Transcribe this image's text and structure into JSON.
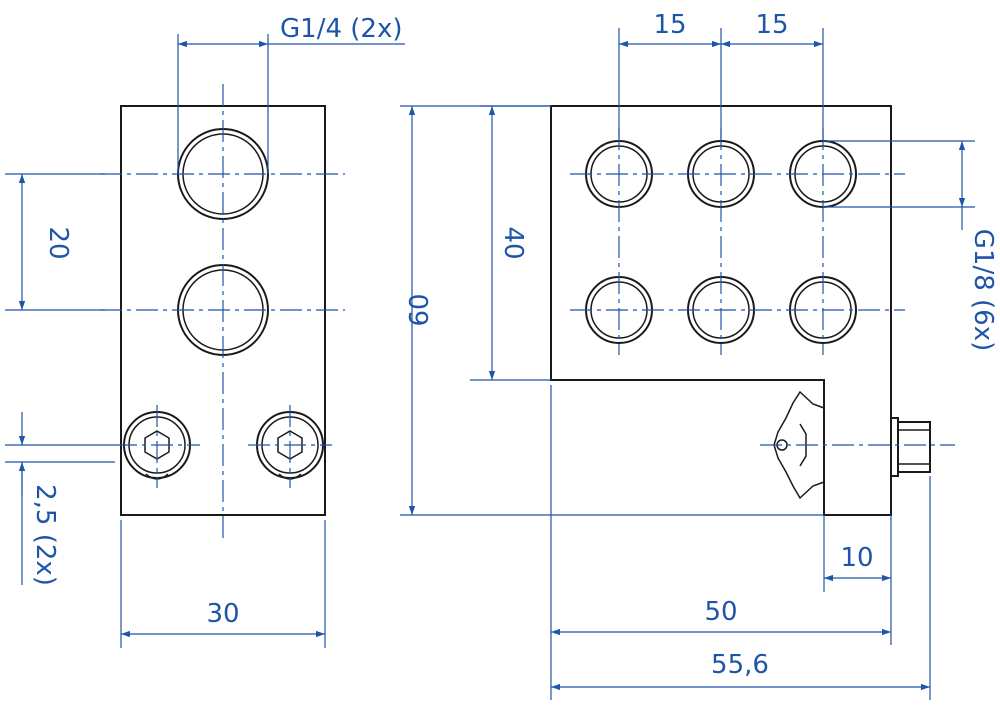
{
  "colors": {
    "dimension": "#1f55a8",
    "part": "#1a1a1a",
    "background": "#ffffff"
  },
  "labels": {
    "port_g14": "G1/4 (2x)",
    "pitch_left": "15",
    "pitch_right": "15",
    "port_g18": "G1/8 (6x)",
    "spacing_20": "20",
    "offset_25": "2,5 (2x)",
    "width_30": "30",
    "height_40": "40",
    "height_60": "60",
    "depth_10": "10",
    "length_50": "50",
    "length_556": "55,6"
  }
}
